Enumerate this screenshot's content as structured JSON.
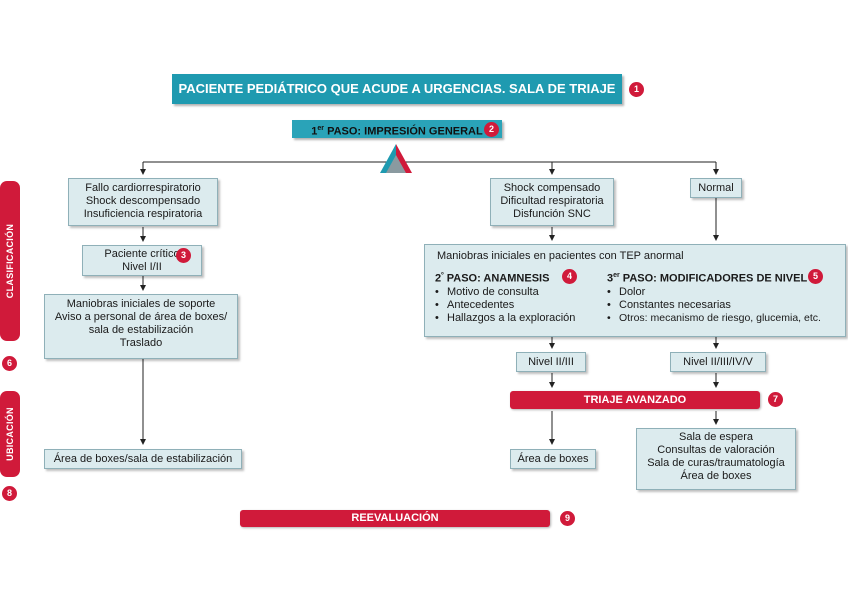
{
  "title": "PACIENTE PEDIÁTRICO QUE ACUDE A URGENCIAS. SALA DE TRIAJE",
  "badges": [
    "1",
    "2",
    "3",
    "4",
    "5",
    "6",
    "7",
    "8",
    "9"
  ],
  "step1": {
    "prefix": "1",
    "sup": "er",
    "label": " PASO:  IMPRESIÓN GENERAL"
  },
  "left_box": [
    "Fallo cardiorrespiratorio",
    "Shock descompensado",
    "Insuficiencia respiratoria"
  ],
  "mid_box": [
    "Shock compensado",
    "Dificultad respiratoria",
    "Disfunción SNC"
  ],
  "normal_box": "Normal",
  "critico_box": [
    "Paciente crítico",
    "Nivel I/II"
  ],
  "maniobras_box": [
    "Maniobras iniciales de soporte",
    "Aviso a personal de área de boxes/",
    "sala de estabilización",
    "Traslado"
  ],
  "tep_box": {
    "header": "Maniobras iniciales en pacientes con TEP anormal",
    "step2": {
      "prefix": "2",
      "sup": "º",
      "label": " PASO: ANAMNESIS",
      "items": [
        "Motivo de consulta",
        "Antecedentes",
        "Hallazgos a la exploración"
      ]
    },
    "step3": {
      "prefix": "3",
      "sup": "er",
      "label": " PASO: MODIFICADORES DE NIVEL",
      "items": [
        "Dolor",
        "Constantes necesarias",
        "Otros: mecanismo de riesgo, glucemia, etc."
      ]
    }
  },
  "nivel_23": "Nivel II/III",
  "nivel_2345": "Nivel II/III/IV/V",
  "triaje_avanzado": "TRIAJE AVANZADO",
  "area_left": "Área de boxes/sala de estabilización",
  "area_mid": "Área de boxes",
  "salas_box": [
    "Sala de espera",
    "Consultas de valoración",
    "Sala de curas/traumatología",
    "Área de boxes"
  ],
  "reevaluacion": "REEVALUACIÓN",
  "sidebar": {
    "clasificacion": "CLASIFICACIÓN",
    "ubicacion": "UBICACIÓN"
  },
  "colors": {
    "teal": "#1f9ab0",
    "red": "#d01a3a",
    "box_fill": "#dcebee"
  }
}
